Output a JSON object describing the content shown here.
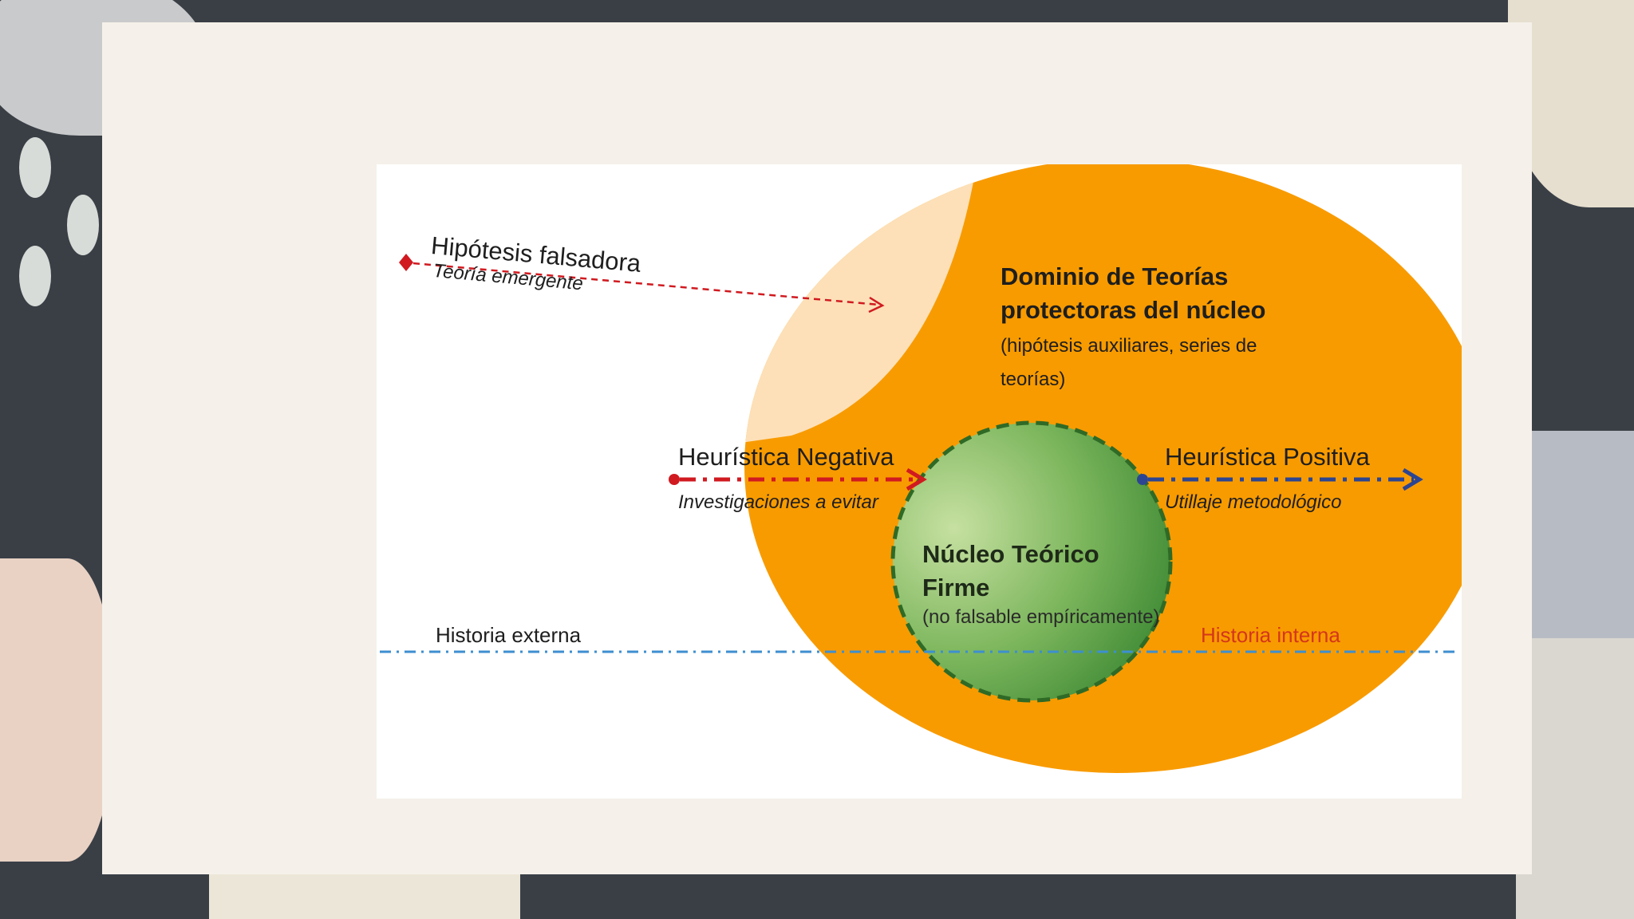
{
  "diagram": {
    "falsifier": {
      "title": "Hipótesis falsadora",
      "subtitle": "Teoría emergente"
    },
    "protective_belt": {
      "title": "Dominio de Teorías protectoras del núcleo",
      "subtitle": "(hipótesis auxiliares, series de teorías)"
    },
    "negative_heuristic": {
      "title": "Heurística Negativa",
      "subtitle": "Investigaciones a evitar"
    },
    "positive_heuristic": {
      "title": "Heurística Positiva",
      "subtitle": "Utillaje metodológico"
    },
    "core": {
      "title": "Núcleo Teórico Firme",
      "subtitle": "(no falsable empíricamente)"
    },
    "external_history": "Historia externa",
    "internal_history": "Historia interna"
  },
  "colors": {
    "belt_orange": "#f89b00",
    "emerging_region": "#fde0b8",
    "core_green": "#4e9a3a",
    "negative_arrow": "#d01a20",
    "positive_arrow": "#2c4592",
    "history_line": "#3d8fd0",
    "internal_history_text": "#d4361b"
  }
}
